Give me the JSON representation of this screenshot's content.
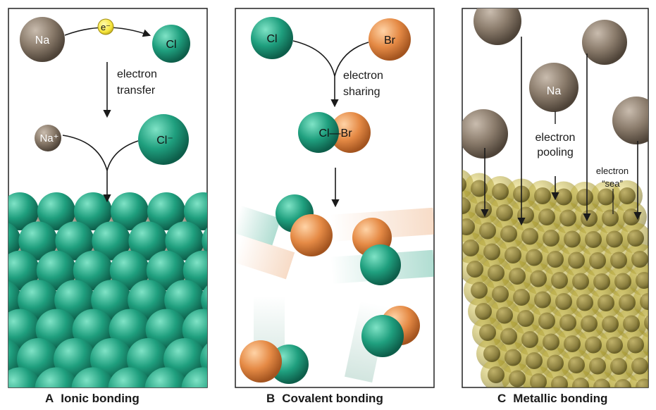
{
  "panels": [
    {
      "letter": "A",
      "title": "Ionic bonding",
      "labels": {
        "atom1": "Na",
        "atom2": "Cl",
        "electron": "e⁻",
        "process_line1": "electron",
        "process_line2": "transfer",
        "ion1": "Na⁺",
        "ion2": "Cl⁻"
      }
    },
    {
      "letter": "B",
      "title": "Covalent bonding",
      "labels": {
        "atom1": "Cl",
        "atom2": "Br",
        "process_line1": "electron",
        "process_line2": "sharing",
        "molecule": "Cl—Br"
      }
    },
    {
      "letter": "C",
      "title": "Metallic bonding",
      "labels": {
        "atom": "Na",
        "process_line1": "electron",
        "process_line2": "pooling",
        "sea_line1": "electron",
        "sea_line2": "“sea”"
      }
    }
  ],
  "colors": {
    "sodium": "#8a7b6b",
    "chlorine": "#1f9f7e",
    "bromine": "#e58a45",
    "electron": "#f5e43a",
    "electron_sea": "#c9b43a",
    "frame": "#222222"
  }
}
